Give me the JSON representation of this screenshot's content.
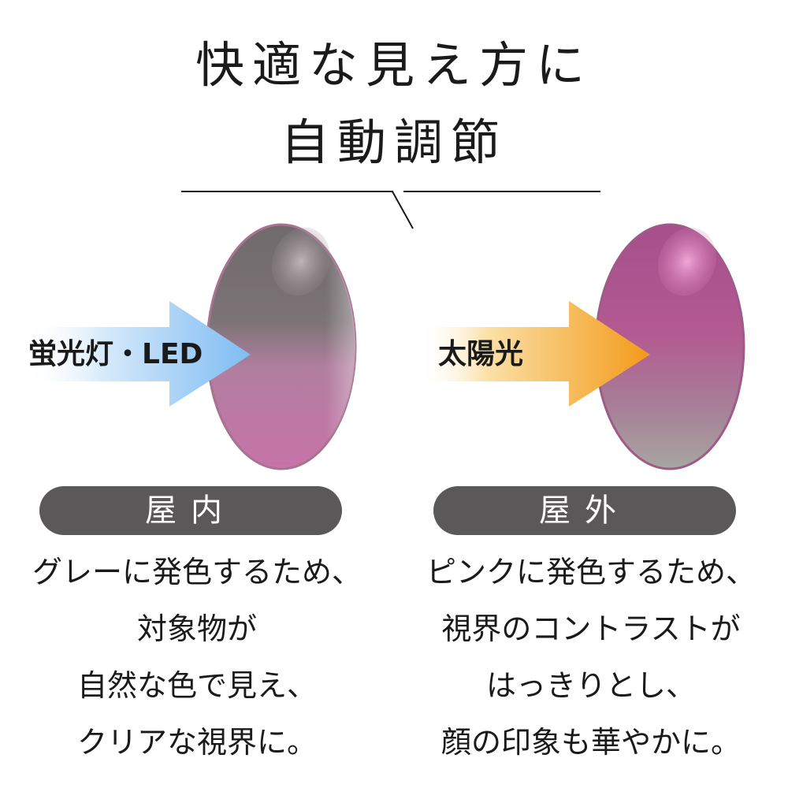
{
  "heading": {
    "line1": "快適な見え方に",
    "line2": "自動調節"
  },
  "indoor": {
    "arrow_label": "蛍光灯・LED",
    "pill_label": "屋内",
    "description": [
      "グレーに発色するため、",
      "対象物が",
      "自然な色で見え、",
      "クリアな視界に。"
    ]
  },
  "outdoor": {
    "arrow_label": "太陽光",
    "pill_label": "屋外",
    "description": [
      "ピンクに発色するため、",
      "視界のコントラストが",
      "はっきりとし、",
      "顔の印象も華やかに。"
    ]
  },
  "colors": {
    "pill_background": "#5b5859",
    "indoor_arrow": "#7fbcf2",
    "outdoor_arrow": "#f29a1a",
    "lens_gray": "#6f6a6c",
    "lens_pink": "#c170a3"
  }
}
